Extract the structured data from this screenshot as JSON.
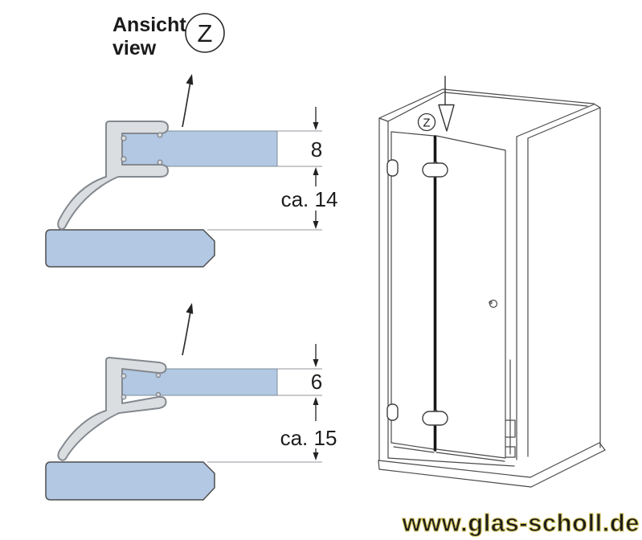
{
  "title": {
    "line1": "Ansicht",
    "line2": "view",
    "marker": "Z"
  },
  "detail_views": [
    {
      "glass_thickness": "8",
      "tray_gap": "ca. 14"
    },
    {
      "glass_thickness": "6",
      "tray_gap": "ca. 15"
    }
  ],
  "iso_view": {
    "marker": "Z"
  },
  "watermark": {
    "text": "www.glas-scholl.de"
  },
  "colors": {
    "glass": "#b2c8e3",
    "glass_edge": "#7d8b9a",
    "seal_fill": "#dbdee1",
    "seal_stroke": "#84898f",
    "tray_outline": "#4d4d4d",
    "drawing_line": "#4a4a4a",
    "dimension": "#222222",
    "watermark_fill": "#f9f5a8",
    "watermark_edge": "#d8c95f"
  }
}
